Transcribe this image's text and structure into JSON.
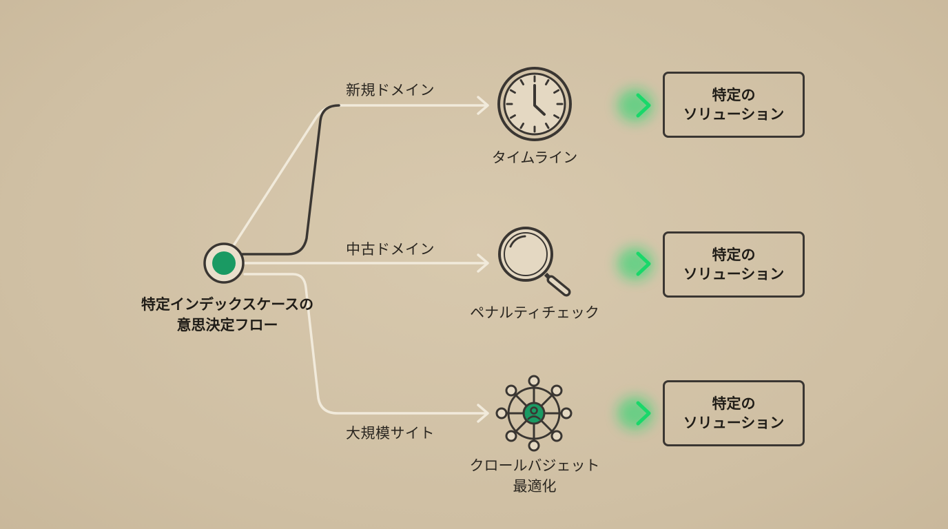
{
  "root": {
    "title_line1": "特定インデックスケースの",
    "title_line2": "意思決定フロー",
    "node_color": "#1a9a63"
  },
  "branches": [
    {
      "label": "新規ドメイン",
      "icon": "clock-icon",
      "icon_label_line1": "タイムライン",
      "icon_label_line2": ""
    },
    {
      "label": "中古ドメイン",
      "icon": "magnifier-icon",
      "icon_label_line1": "ペナルティチェック",
      "icon_label_line2": ""
    },
    {
      "label": "大規模サイト",
      "icon": "network-icon",
      "icon_label_line1": "クロールバジェット",
      "icon_label_line2": "最適化"
    }
  ],
  "solutions": [
    {
      "line1": "特定の",
      "line2": "ソリューション"
    },
    {
      "line1": "特定の",
      "line2": "ソリューション"
    },
    {
      "line1": "特定の",
      "line2": "ソリューション"
    }
  ],
  "colors": {
    "background": "#d2c2a6",
    "connector": "#f1eadb",
    "stroke_dark": "#3a3632",
    "accent_green": "#19d86a"
  }
}
